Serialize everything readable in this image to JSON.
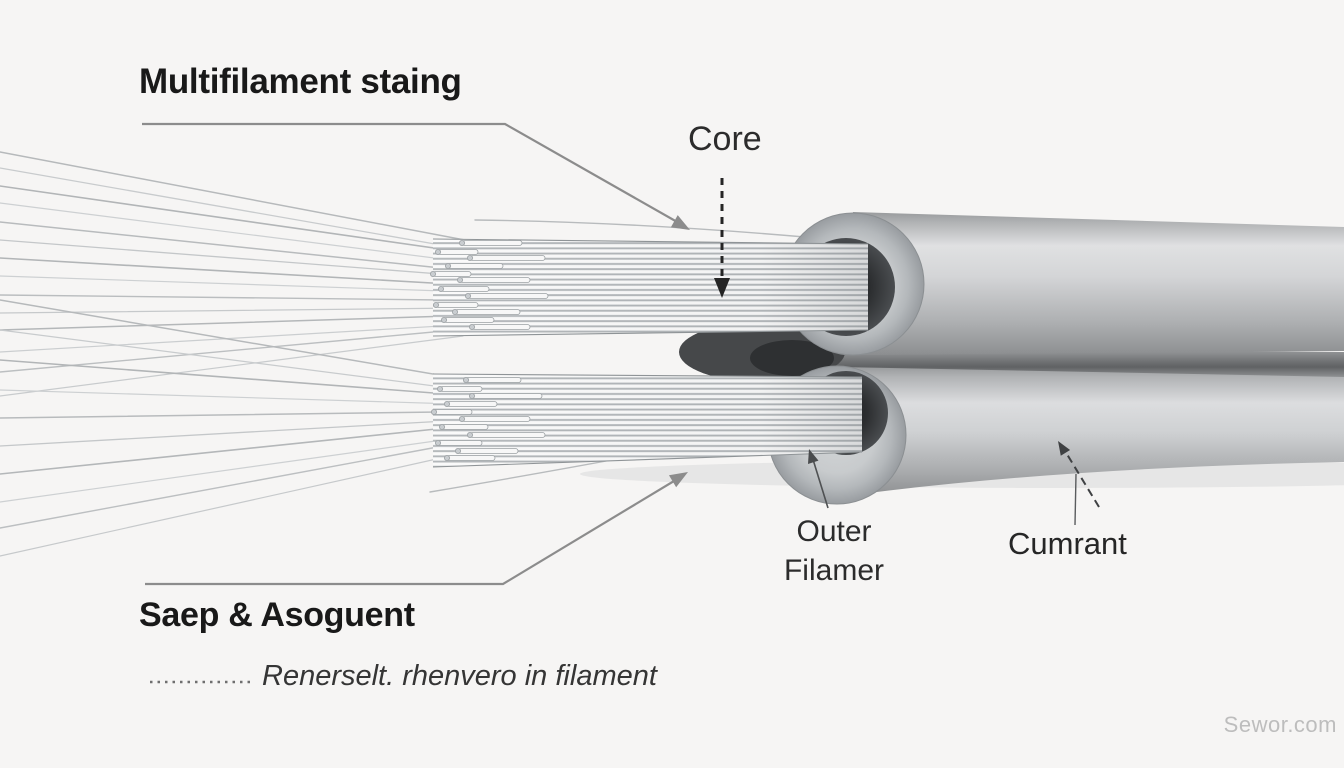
{
  "page": {
    "background_color": "#f6f5f4",
    "watermark": "Sewor.com"
  },
  "labels": {
    "title": "Multifilament staing",
    "core": "Core",
    "outer_filament_line1": "Outer",
    "outer_filament_line2": "Filamer",
    "current": "Cumrant",
    "section_heading": "Saep & Asoguent",
    "caption": "Renerselt. rhenvero in filament"
  },
  "colors": {
    "text_primary": "#191919",
    "text_secondary": "#2c2c2c",
    "leader_line_gray": "#8c8c8c",
    "arrow_dark": "#252525",
    "tube_highlight": "#e2e3e4",
    "tube_shadow": "#8e9092",
    "bore_shadow": "#323436",
    "filament_stripe": "#b3b7ba",
    "watermark_gray": "#bdbdbd"
  }
}
